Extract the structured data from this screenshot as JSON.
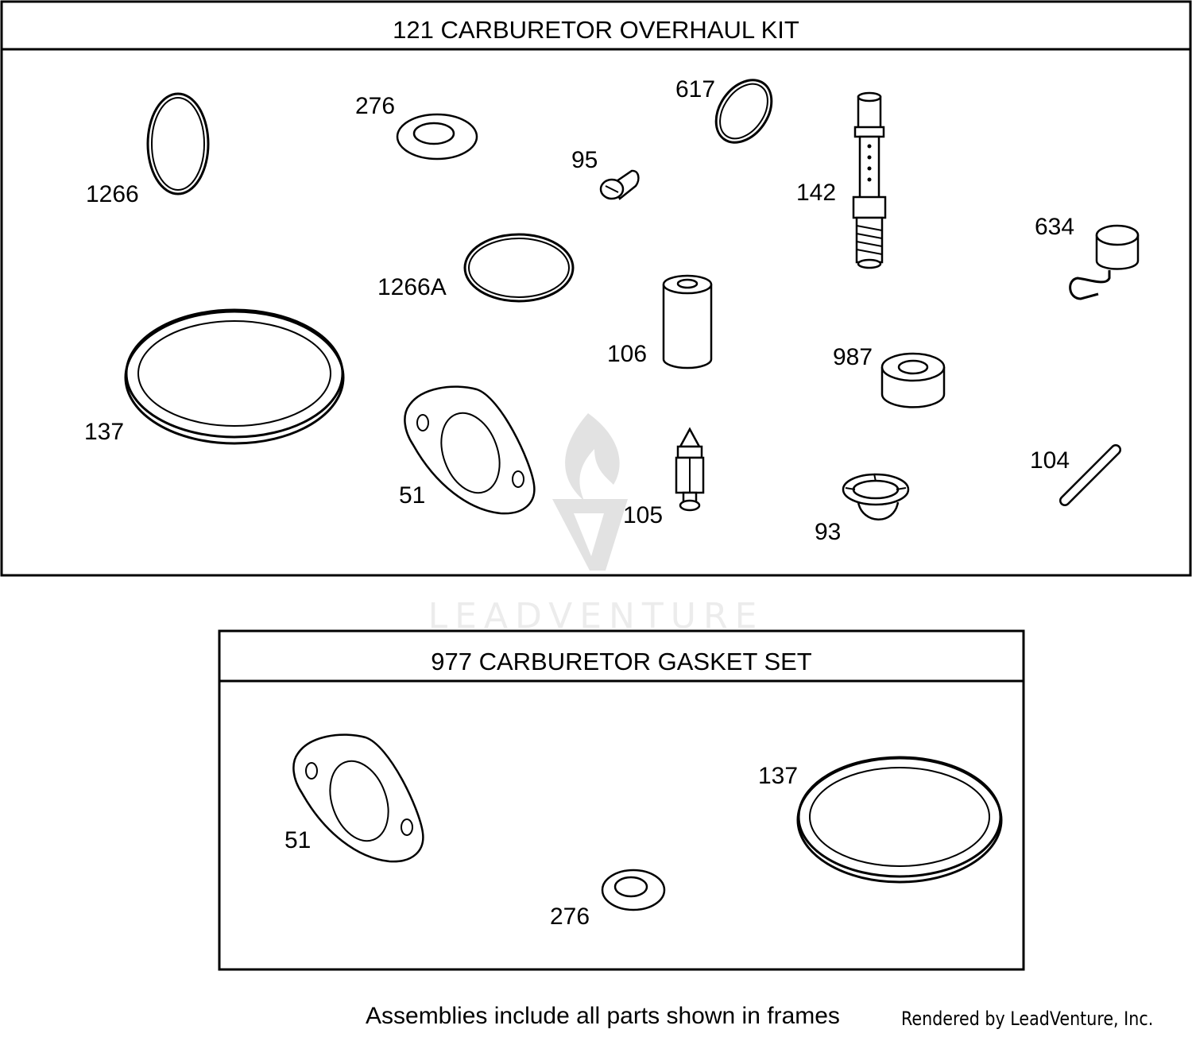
{
  "frames": [
    {
      "title": "121 CARBURETOR OVERHAUL KIT",
      "labels": [
        "1266",
        "276",
        "95",
        "617",
        "142",
        "634",
        "1266A",
        "106",
        "987",
        "137",
        "51",
        "105",
        "104",
        "93"
      ]
    },
    {
      "title": "977 CARBURETOR GASKET SET",
      "labels": [
        "51",
        "137",
        "276"
      ]
    }
  ],
  "footer": {
    "note": "Assemblies include all parts shown in frames",
    "credit": "Rendered by LeadVenture, Inc."
  },
  "watermark": {
    "text": "LEADVENTURE"
  }
}
